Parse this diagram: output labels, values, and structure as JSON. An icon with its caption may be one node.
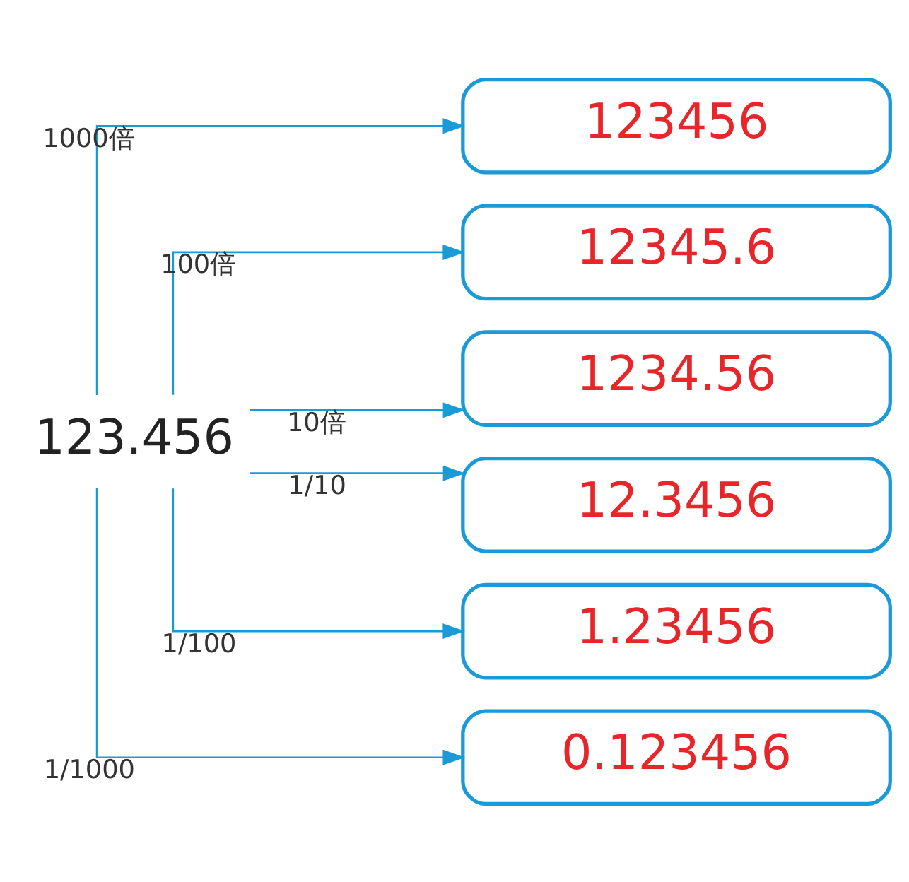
{
  "diagram": {
    "nodes": [
      {
        "text": [
          "123456"
        ]
      },
      {
        "text": [
          "12345.6"
        ]
      },
      {
        "text": [
          "1234.56"
        ]
      },
      {
        "text": [
          "123.456"
        ]
      },
      {
        "text": [
          "12.3456"
        ]
      },
      {
        "text": [
          "1.23456"
        ]
      },
      {
        "text": [
          "0.123456"
        ]
      }
    ],
    "edges": [
      {
        "from": 3,
        "to": 0,
        "arrow": "to",
        "label": "1000倍"
      },
      {
        "from": 3,
        "to": 1,
        "arrow": "to",
        "label": "100倍"
      },
      {
        "from": 3,
        "to": 2,
        "arrow": "to",
        "label": "10倍"
      },
      {
        "from": 3,
        "to": 4,
        "arrow": "to",
        "label": "1/10"
      },
      {
        "from": 3,
        "to": 5,
        "arrow": "to",
        "label": "1/100"
      },
      {
        "from": 3,
        "to": 6,
        "arrow": "to",
        "label": "1/1000"
      }
    ]
  }
}
